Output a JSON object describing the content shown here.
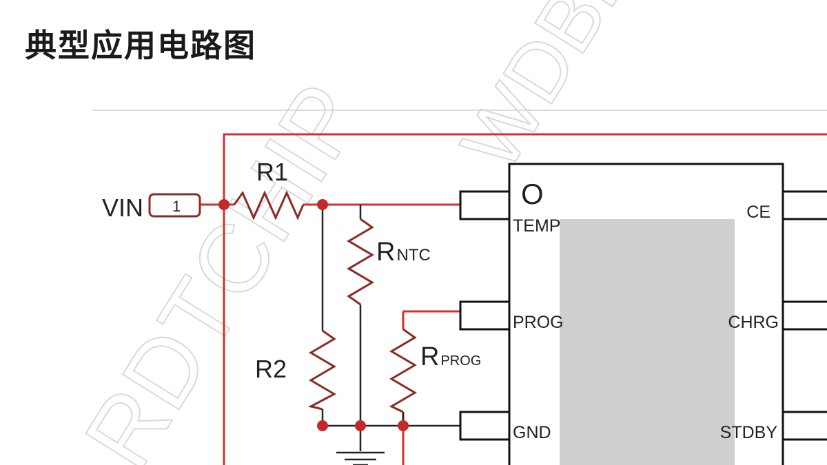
{
  "title": "典型应用电路图",
  "watermark": [
    "WDBD",
    "RDTCHIP"
  ],
  "colors": {
    "wire_red": "#d32f2f",
    "resistor": "#8b2b24",
    "node": "#c62828",
    "ic_outline": "#111111",
    "thermal_pad": "#cfcfcf"
  },
  "input": {
    "name": "VIN",
    "pin": "1"
  },
  "components": {
    "r1": "R1",
    "r2": "R2",
    "rntc": {
      "main": "R",
      "sub": "NTC"
    },
    "rprog": {
      "main": "R",
      "sub": "PROG"
    }
  },
  "ic": {
    "pin1_marker": "O",
    "left_pins": [
      "TEMP",
      "PROG",
      "GND"
    ],
    "right_pins": [
      "CE",
      "CHRG",
      "STDBY"
    ]
  }
}
